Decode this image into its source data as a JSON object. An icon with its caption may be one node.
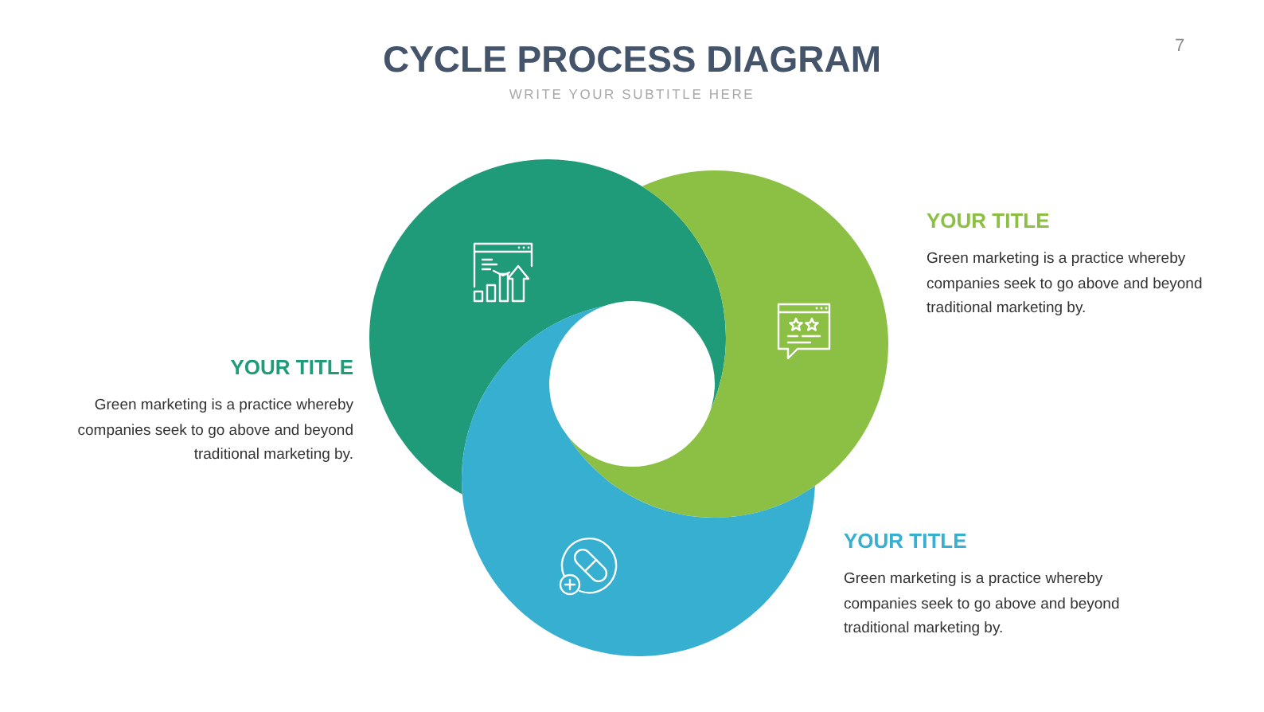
{
  "diagram": {
    "title": "CYCLE PROCESS DIAGRAM",
    "nodes": [
      {
        "text": [],
        "shape": "circle",
        "beside": [
          "YOUR TITLE",
          "Green marketing is a practice whereby companies seek to go above and beyond traditional marketing by."
        ]
      },
      {
        "text": [],
        "shape": "circle",
        "beside": [
          "YOUR TITLE",
          "Green marketing is a practice whereby companies seek to go above and beyond traditional marketing by."
        ]
      },
      {
        "text": [],
        "shape": "circle",
        "beside": [
          "YOUR TITLE",
          "Green marketing is a practice whereby companies seek to go above and beyond traditional marketing by."
        ]
      }
    ],
    "labels": [
      "7",
      "WRITE YOUR SUBTITLE HERE"
    ]
  }
}
